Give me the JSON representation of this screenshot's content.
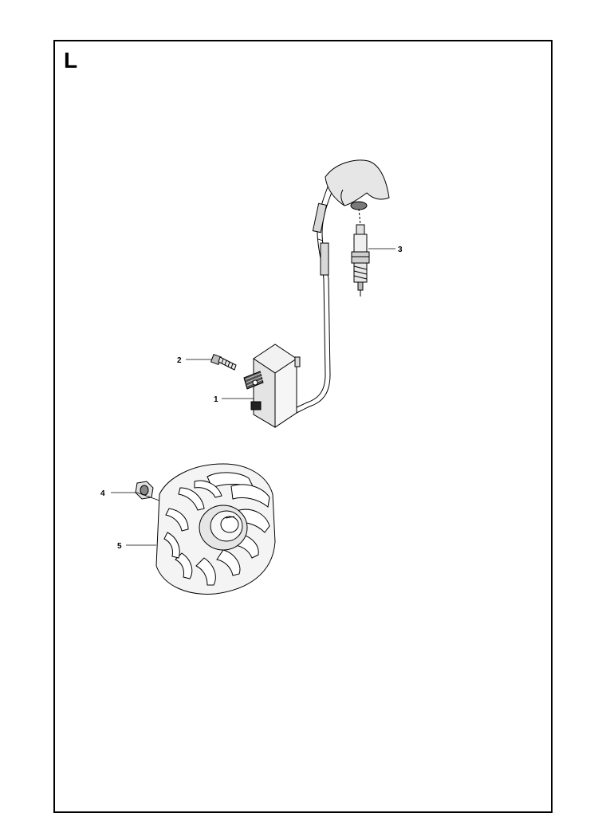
{
  "section": {
    "letter": "L"
  },
  "callouts": {
    "c1": "1",
    "c2": "2",
    "c3": "3",
    "c4": "4",
    "c5": "5"
  },
  "parts": [
    {
      "id": "1",
      "name": "ignition-module"
    },
    {
      "id": "2",
      "name": "screw"
    },
    {
      "id": "3",
      "name": "spark-plug"
    },
    {
      "id": "4",
      "name": "nut"
    },
    {
      "id": "5",
      "name": "flywheel"
    }
  ]
}
